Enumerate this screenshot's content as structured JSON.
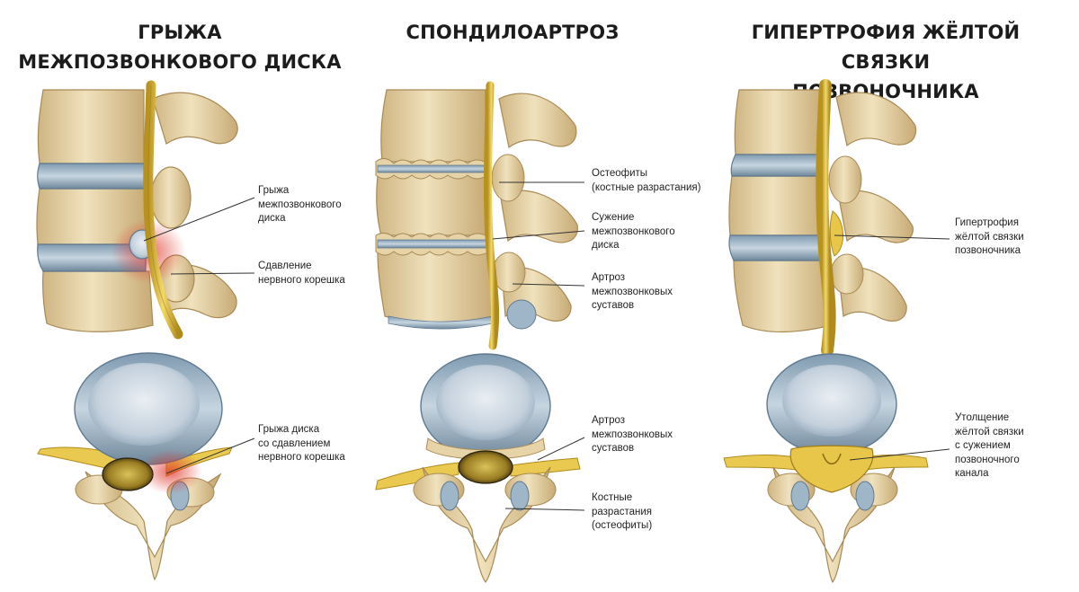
{
  "panels": [
    {
      "title": "ГРЫЖА МЕЖПОЗВОНКОВОГО ДИСКА",
      "title_lines": [
        "ГРЫЖА МЕЖПОЗВОНКОВОГО ДИСКА"
      ],
      "labels": [
        [
          "Грыжа",
          "межпозвонкового",
          "диска"
        ],
        [
          "Сдавление",
          "нервного корешка"
        ],
        [
          "Грыжа диска",
          "со сдавлением",
          "нервного корешка"
        ]
      ]
    },
    {
      "title": "СПОНДИЛОАРТРОЗ",
      "title_lines": [
        "СПОНДИЛОАРТРОЗ"
      ],
      "labels": [
        [
          "Остеофиты",
          "(костные разрастания)"
        ],
        [
          "Сужение",
          "межпозвонкового",
          "диска"
        ],
        [
          "Артроз",
          "межпозвонковых",
          "суставов"
        ],
        [
          "Артроз",
          "межпозвонковых",
          "суставов"
        ],
        [
          "Костные",
          "разрастания",
          "(остеофиты)"
        ]
      ]
    },
    {
      "title": "ГИПЕРТРОФИЯ ЖЁЛТОЙ СВЯЗКИ ПОЗВОНОЧНИКА",
      "title_lines": [
        "ГИПЕРТРОФИЯ ЖЁЛТОЙ СВЯЗКИ",
        "ПОЗВОНОЧНИКА"
      ],
      "labels": [
        [
          "Гипертрофия",
          "жёлтой связки",
          "позвоночника"
        ],
        [
          "Утолщение",
          "жёлтой связки",
          "с сужением",
          "позвоночного",
          "канала"
        ]
      ]
    }
  ],
  "colors": {
    "bone": "#e6d3a8",
    "bone_shade": "#c9ae7a",
    "disc": "#9fb6c8",
    "nerve": "#e2c24a",
    "inflammation": "#e0362a",
    "ligament": "#e8c64a"
  }
}
